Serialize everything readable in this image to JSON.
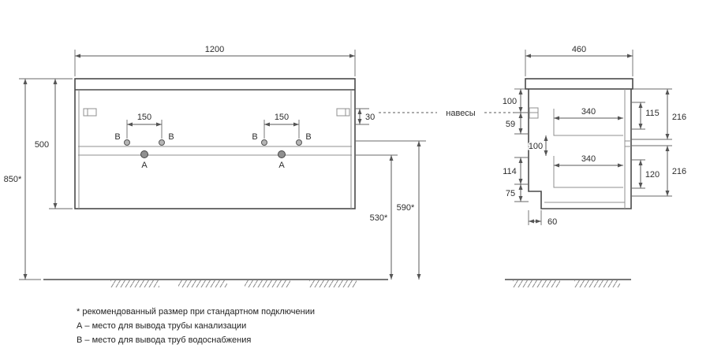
{
  "front_view": {
    "dims": {
      "width": "1200",
      "height": "500",
      "mount_height": "850*",
      "b_spacing_left": "150",
      "b_spacing_right": "150",
      "hanger_offset": "30",
      "drain_height": "530*",
      "supply_height": "590*"
    },
    "labels": {
      "a1": "А",
      "a2": "А",
      "b1": "B",
      "b2": "B",
      "b3": "B",
      "b4": "B"
    }
  },
  "side_view": {
    "dims": {
      "depth": "460",
      "top_to_hanger": "100",
      "hanger_to_drawer": "59",
      "drawer_gap": "100",
      "lower_section": "114",
      "bottom_clearance": "75",
      "drawer_depth_top": "340",
      "drawer_depth_bottom": "340",
      "front_top_inner": "115",
      "front_top": "216",
      "front_bottom_inner": "120",
      "front_bottom": "216",
      "back_recess": "60"
    }
  },
  "callout": {
    "hangers": "навесы"
  },
  "notes": {
    "asterisk": "* рекомендованный размер при стандартном подключении",
    "a": "А – место для вывода трубы канализации",
    "b": "B – место для вывода труб водоснабжения"
  }
}
